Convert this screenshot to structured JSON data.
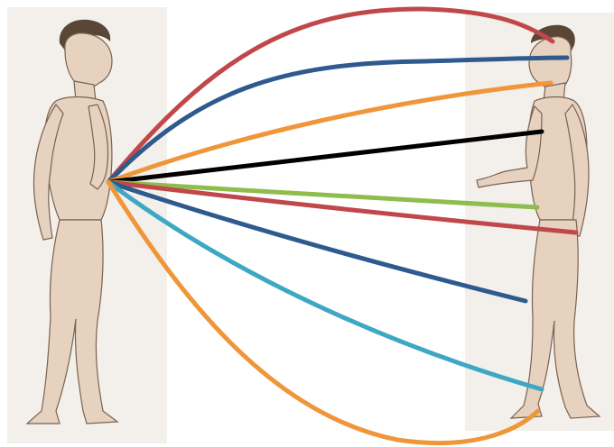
{
  "figures": [
    {
      "id": "left",
      "facing": "right",
      "description_icon": "standing-human-figure-icon"
    },
    {
      "id": "right",
      "facing": "left",
      "description_icon": "standing-human-figure-icon"
    }
  ],
  "connections": [
    {
      "name": "connection-head",
      "color": "#c0474a",
      "target": "head"
    },
    {
      "name": "connection-face",
      "color": "#2f5a8e",
      "target": "face"
    },
    {
      "name": "connection-shoulder",
      "color": "#f0963a",
      "target": "shoulder"
    },
    {
      "name": "connection-chest",
      "color": "#000000",
      "target": "chest"
    },
    {
      "name": "connection-waist",
      "color": "#8ebd4e",
      "target": "waist"
    },
    {
      "name": "connection-hand",
      "color": "#c0474a",
      "target": "hand"
    },
    {
      "name": "connection-thigh",
      "color": "#2f5a8e",
      "target": "thigh"
    },
    {
      "name": "connection-ankle",
      "color": "#3ea7c4",
      "target": "ankle"
    },
    {
      "name": "connection-foot",
      "color": "#f0963a",
      "target": "foot"
    }
  ]
}
